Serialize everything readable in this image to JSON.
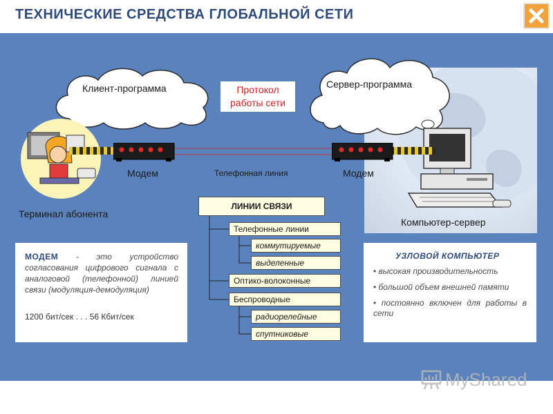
{
  "header": {
    "title": "ТЕХНИЧЕСКИЕ СРЕДСТВА ГЛОБАЛЬНОЙ СЕТИ"
  },
  "diagram": {
    "client_cloud": "Клиент-программа",
    "server_cloud": "Сервер-программа",
    "protocol": [
      "Протокол",
      "работы сети"
    ],
    "modem_left": "Модем",
    "modem_right": "Модем",
    "phone_line": "Телефонная линия",
    "terminal": "Терминал абонента",
    "server": "Компьютер-сервер"
  },
  "tree": {
    "root": "ЛИНИИ СВЯЗИ",
    "phone_lines": "Телефонные линии",
    "switched": "коммутируемые",
    "dedicated": "выделенные",
    "fiber": "Оптико-волоконные",
    "wireless": "Беспроводные",
    "radio_relay": "радиорелейные",
    "satellite": "спутниковые"
  },
  "modem_info": {
    "term": "МОДЕМ",
    "definition": " - это устройство согласования цифрового сигнала с аналоговой (телефонной) линией связи (модуляция-демодуляция)",
    "speed": "1200 бит/сек . . . 56 Кбит/сек"
  },
  "node_info": {
    "title": "УЗЛОВОЙ КОМПЬЮТЕР",
    "items": [
      "высокая производительность",
      "большой объем внешней памяти",
      "постоянно включен для работы в сети"
    ]
  },
  "watermark": {
    "text": "MyShared"
  },
  "colors": {
    "panel": "#5a83bd",
    "title": "#2e4a7a",
    "protocol_text": "#d32020",
    "tree_fill": "#fffde1",
    "close": "#f2a23a"
  }
}
